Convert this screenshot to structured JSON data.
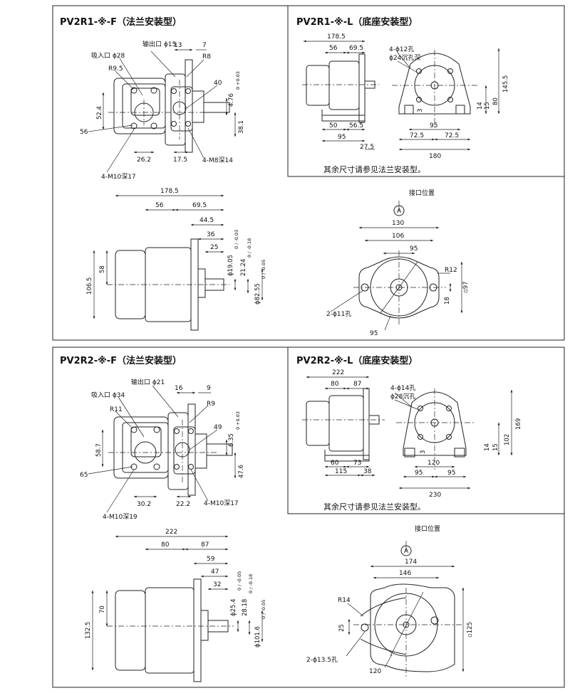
{
  "panels": {
    "p1": {
      "title": "PV2R1-※-F（法兰安装型）",
      "outlet": "输出口 ϕ15",
      "inlet": "吸入口 ϕ28",
      "d13": "13",
      "d7": "7",
      "r8": "R8",
      "r95": "R9.5",
      "d40": "40",
      "tol476": "4.76",
      "tol476_up": "+0.03",
      "tol476_lo": "0",
      "d524": "52.4",
      "d381": "38.1",
      "d56": "56",
      "d262": "26.2",
      "d175": "17.5",
      "m8": "4-M8深14",
      "m10": "4-M10深17"
    },
    "p2": {
      "title": "PV2R1-※-L（底座安装型）",
      "d1785": "178.5",
      "d56": "56",
      "d695": "69.5",
      "holes": "4-ϕ12孔",
      "cb": "ϕ24沉孔深",
      "d1455": "145.5",
      "d80": "80",
      "d15": "15",
      "d14": "14",
      "d3": "3",
      "d50": "50",
      "d565": "56.5",
      "d95a": "95",
      "d275": "27.5",
      "d95b": "95",
      "d725a": "72.5",
      "d725b": "72.5",
      "d180": "180",
      "note": "其余尺寸请参见法兰安装型。"
    },
    "p3": {
      "d1785": "178.5",
      "d56": "56",
      "d695": "69.5",
      "d445": "44.5",
      "d36": "36",
      "d25": "25",
      "d58": "58",
      "d1065": "106.5",
      "s1905": "ϕ19.05",
      "s1905_t": "0 / -0.03",
      "k2124": "21.24",
      "k2124_t": "0 / -0.18",
      "p8255": "ϕ82.55",
      "p8255_t": "0 / -0.05"
    },
    "p4": {
      "port": "接口位置",
      "a": "A",
      "d130": "130",
      "d106": "106",
      "d95": "95",
      "r12": "R12",
      "d18": "18",
      "sq97": "▫97",
      "holes": "2-ϕ11孔",
      "d95b": "95"
    },
    "p5": {
      "title": "PV2R2-※-F（法兰安装型）",
      "outlet": "输出口 ϕ21",
      "inlet": "吸入口 ϕ34",
      "d16": "16",
      "d9": "9",
      "r11": "R11",
      "r9": "R9",
      "d49": "49",
      "tol635": "6.35",
      "tol635_up": "+0.03",
      "tol635_lo": "0",
      "d587": "58.7",
      "d476": "47.6",
      "d65": "65",
      "d302": "30.2",
      "d222": "22.2",
      "m10a": "4-M10深17",
      "m10b": "4-M10深19"
    },
    "p6": {
      "title": "PV2R2-※-L（底座安装型）",
      "d222": "222",
      "d80": "80",
      "d87": "87",
      "holes": "4-ϕ14孔",
      "cb": "ϕ28沉孔",
      "d169": "169",
      "d102": "102",
      "d15": "15",
      "d14": "14",
      "d3": "3",
      "d60": "60",
      "d73": "73",
      "d115": "115",
      "d38": "38",
      "d120": "120",
      "d95a": "95",
      "d95b": "95",
      "d230": "230",
      "note": "其余尺寸请参见法兰安装型。"
    },
    "p7": {
      "d222": "222",
      "d80": "80",
      "d87": "87",
      "d59": "59",
      "d47": "47",
      "d32": "32",
      "d70": "70",
      "d1325": "132.5",
      "s254": "ϕ25.4",
      "s254_t": "0 / -0.05",
      "k2818": "28.18",
      "k2818_t": "0 / -0.18",
      "p1016": "ϕ101.6",
      "p1016_t": "0 / -0.05"
    },
    "p8": {
      "port": "接口位置",
      "a": "A",
      "d174": "174",
      "d146": "146",
      "r14": "R14",
      "d25": "25",
      "sq125": "▫125",
      "holes": "2-ϕ13.5孔",
      "d120": "120"
    }
  }
}
